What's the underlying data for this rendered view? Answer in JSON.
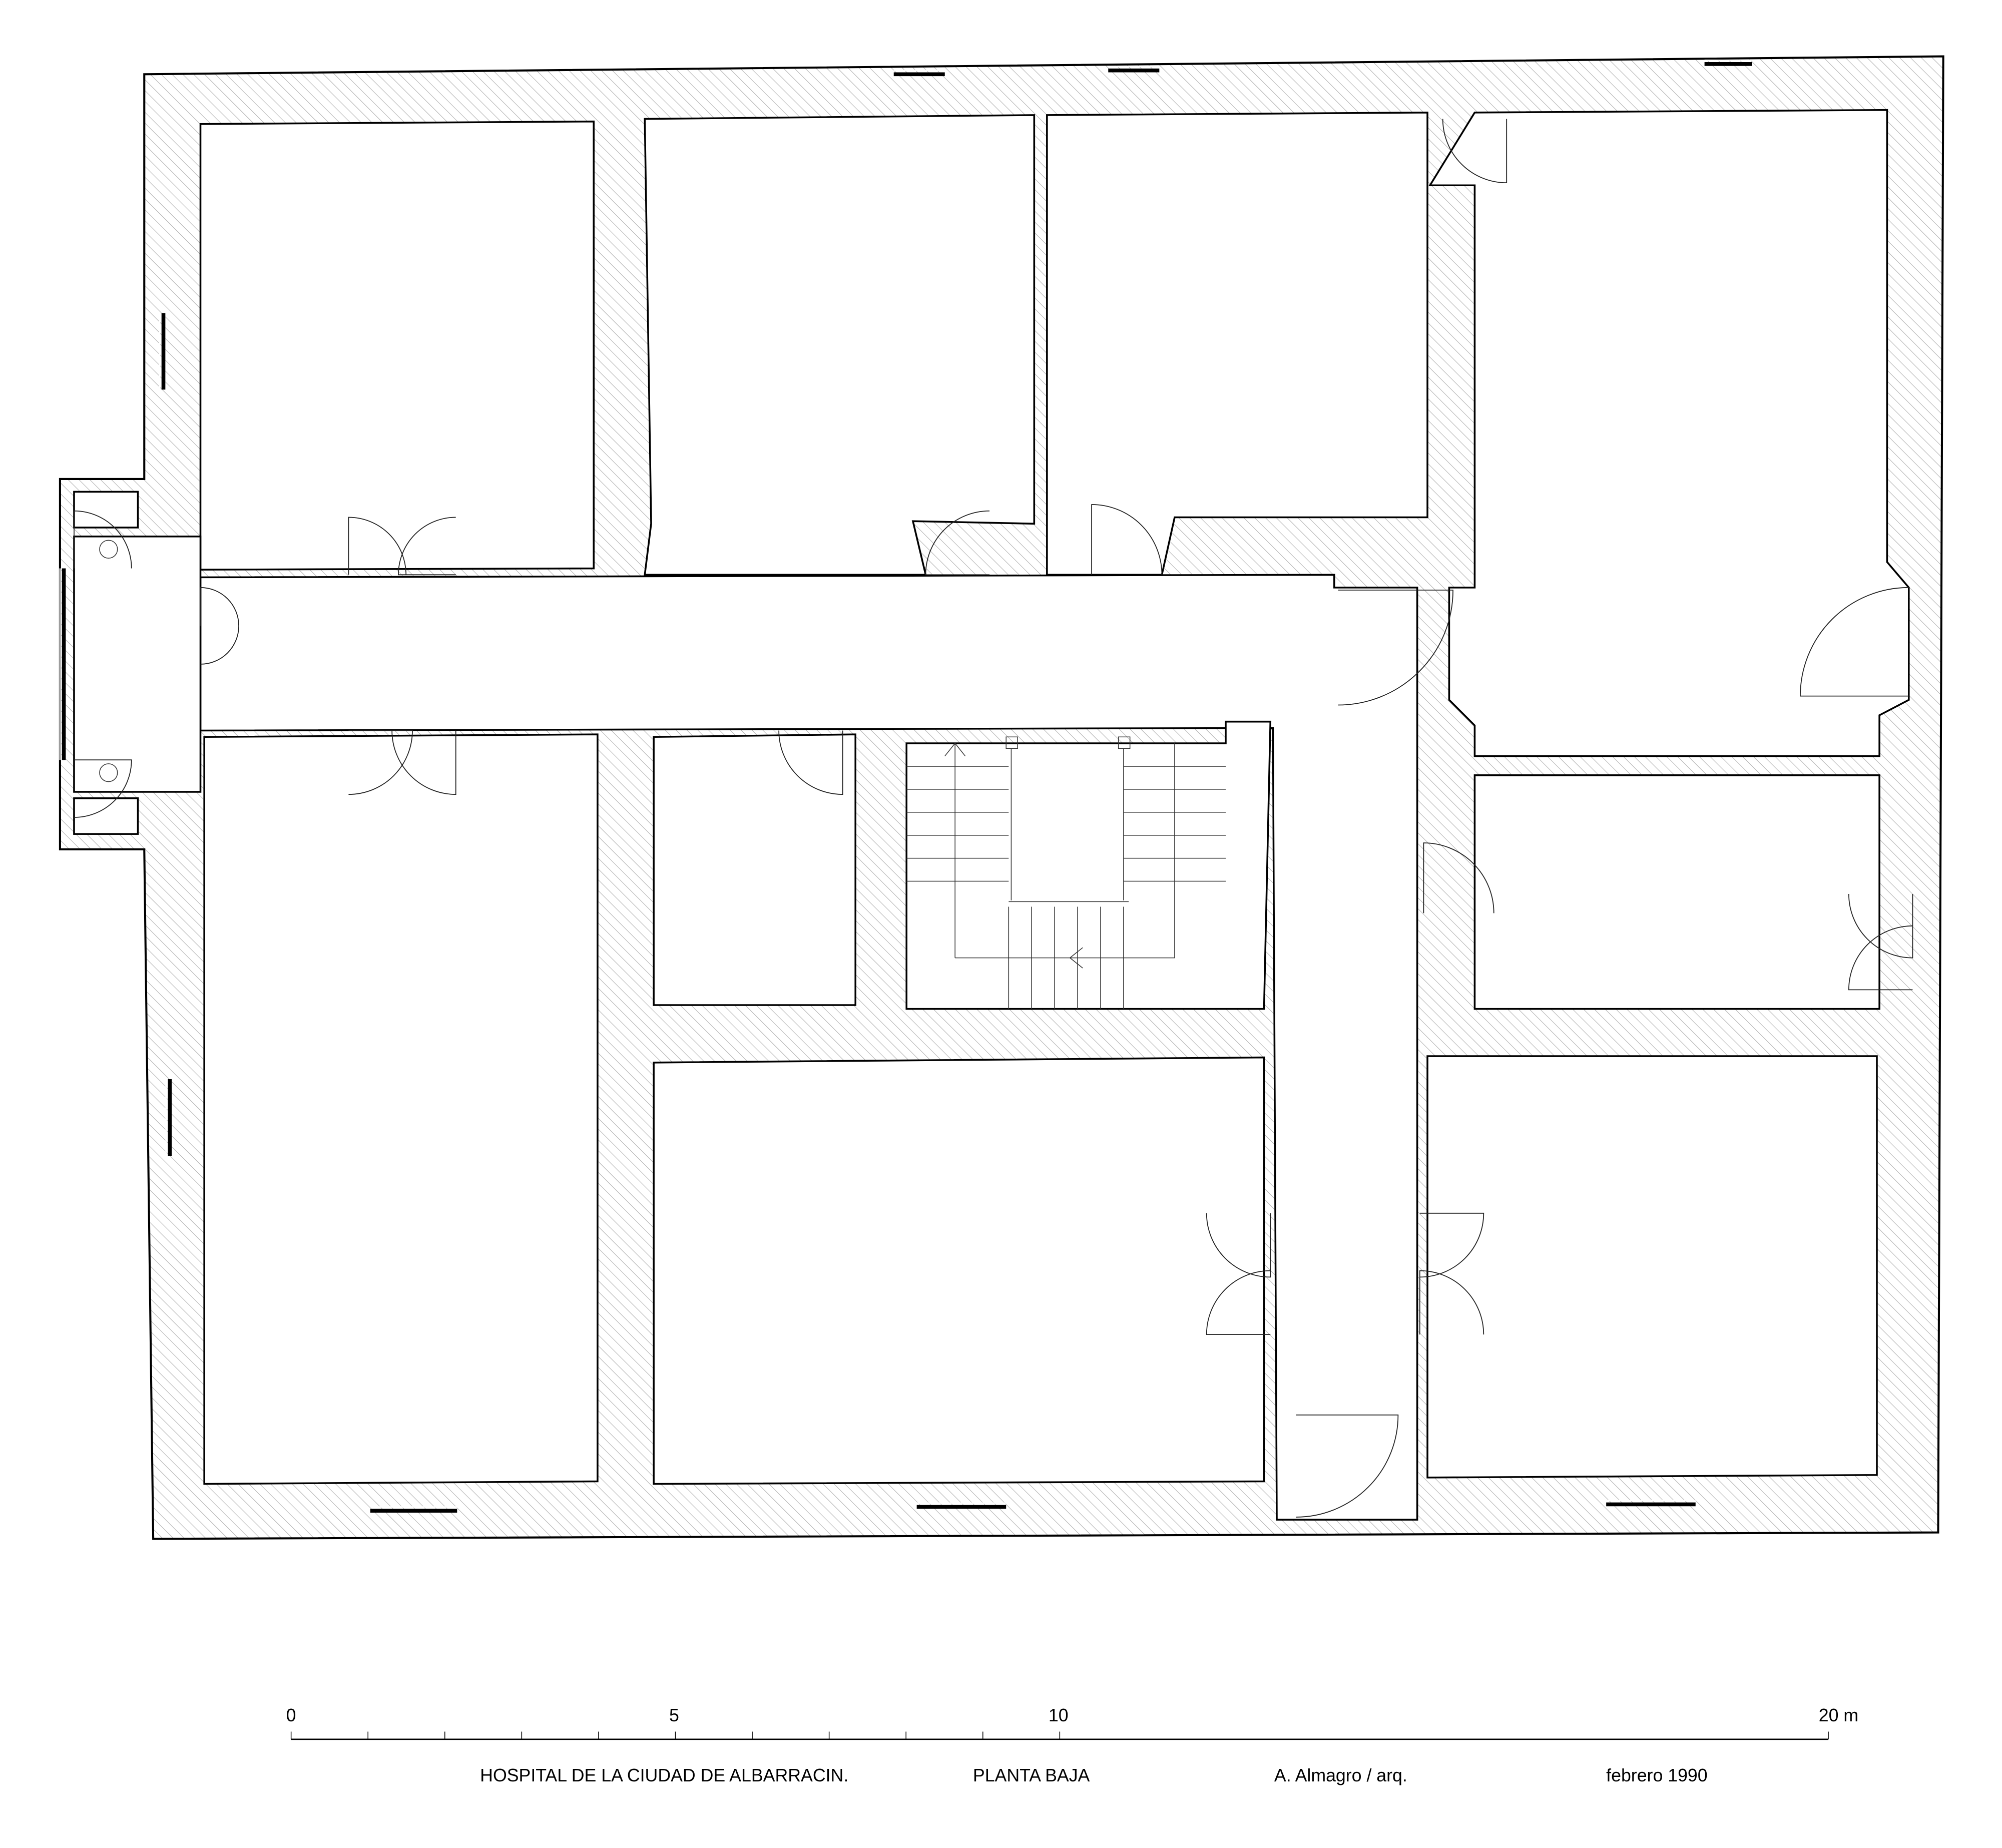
{
  "drawing": {
    "title": "HOSPITAL DE LA CIUDAD DE ALBARRACIN.",
    "floor": "PLANTA BAJA",
    "author": "A. Almagro / arq.",
    "date": "febrero 1990"
  },
  "scale_bar": {
    "labels": [
      "0",
      "5",
      "10",
      "20 m"
    ],
    "unit": "m",
    "max_value": 20
  },
  "colors": {
    "line": "#000000",
    "hatch": "#b0b0b0",
    "background": "#ffffff"
  }
}
